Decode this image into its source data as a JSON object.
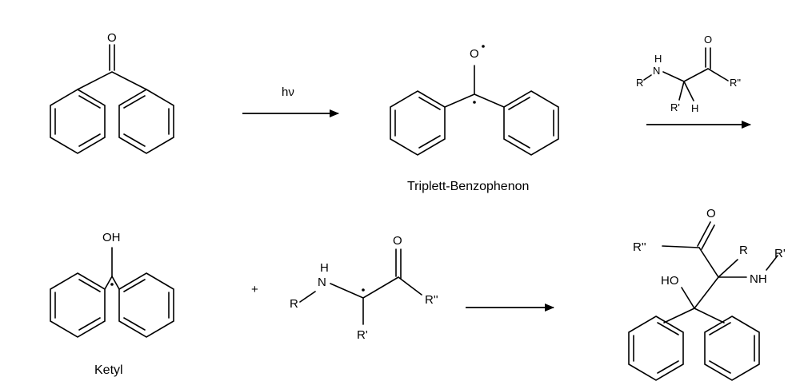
{
  "reaction": {
    "step1": {
      "conditions": "hν"
    },
    "step2": {
      "reagent_labels": {
        "r": "R",
        "nh": "H\nN",
        "n": "N",
        "h_on_n": "H",
        "r_prime": "R'",
        "h": "H",
        "o": "O",
        "r_double_prime": "R\""
      }
    },
    "benzophenone": {
      "o": "O"
    },
    "triplet": {
      "o": "O",
      "caption": "Triplett-Benzophenon"
    },
    "ketyl": {
      "oh": "OH",
      "caption": "Ketyl"
    },
    "plus": "+",
    "aminoradical": {
      "r": "R",
      "n": "N",
      "h": "H",
      "r_prime": "R'",
      "o": "O",
      "r_double_prime": "R''"
    },
    "product": {
      "o": "O",
      "r_double_prime": "R''",
      "r": "R",
      "r_prime": "R'",
      "nh": "NH",
      "ho": "HO"
    }
  }
}
